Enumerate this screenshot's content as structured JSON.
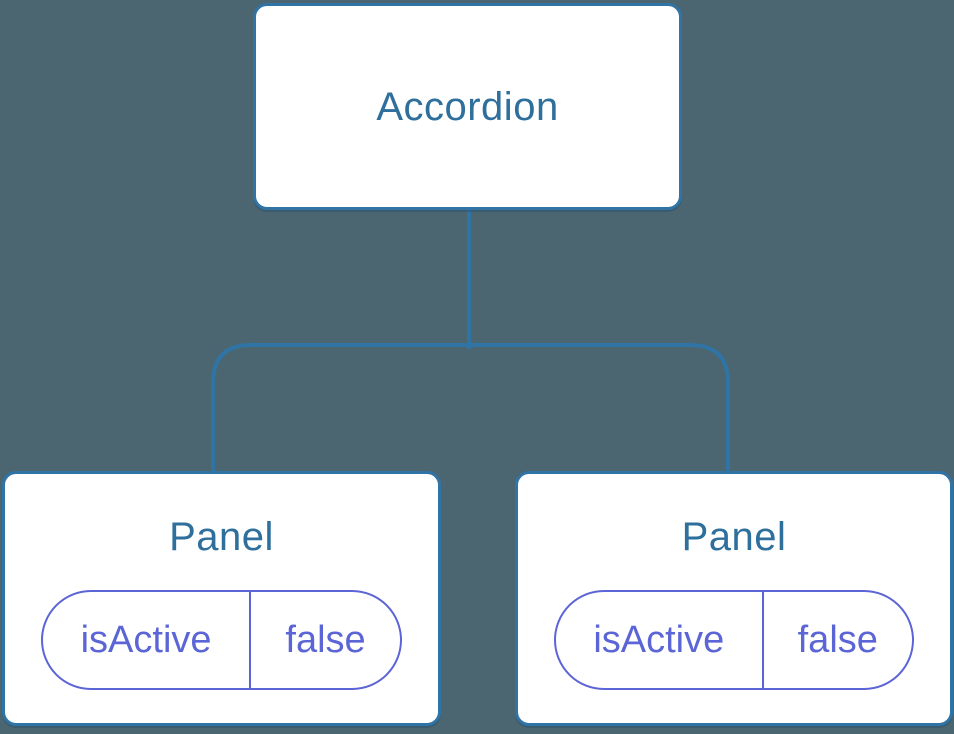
{
  "diagram": {
    "description": "Component tree: Accordion parent with two Panel children each holding isActive state",
    "root": {
      "label": "Accordion"
    },
    "children": [
      {
        "label": "Panel",
        "state": {
          "name": "isActive",
          "value": "false"
        }
      },
      {
        "label": "Panel",
        "state": {
          "name": "isActive",
          "value": "false"
        }
      }
    ]
  },
  "colors": {
    "background": "#4c6671",
    "node_fill": "#ffffff",
    "node_border": "#2f74a4",
    "node_label": "#2e6f9b",
    "connector": "#2f74a4",
    "state_accent": "#5b65d6"
  }
}
